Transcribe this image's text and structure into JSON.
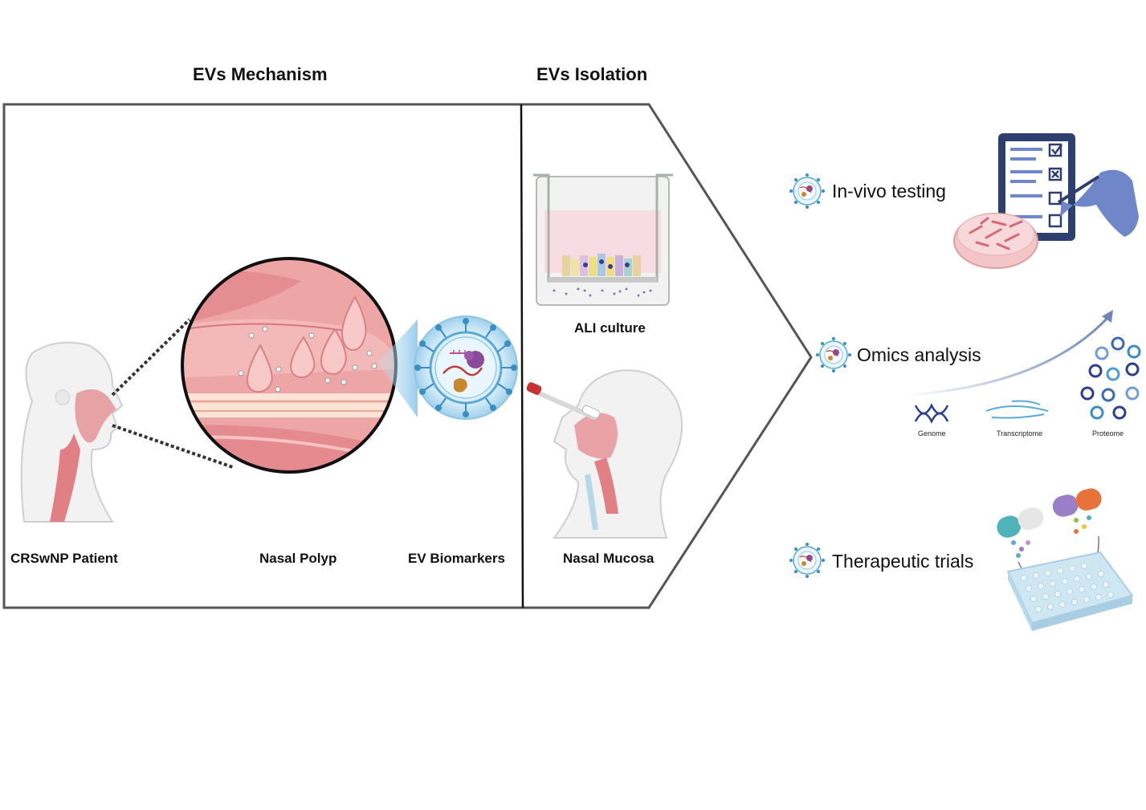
{
  "sections": {
    "mechanism_title": "EVs Mechanism",
    "isolation_title": "EVs Isolation"
  },
  "labels": {
    "patient": "CRSwNP Patient",
    "polyp": "Nasal Polyp",
    "biomarkers": "EV Biomarkers",
    "ali": "ALI culture",
    "mucosa": "Nasal Mucosa"
  },
  "applications": {
    "invivo": "In-vivo testing",
    "omics": "Omics analysis",
    "therapeutic": "Therapeutic trials"
  },
  "omics_items": {
    "genome": "Genome",
    "transcriptome": "Transcriptome",
    "proteome": "Proteome"
  },
  "colors": {
    "frame": "#555555",
    "tissue_pink": "#e8858a",
    "polyp_pink": "#f2b6b8",
    "ev_blue": "#5aa9d6",
    "clipboard_navy": "#2e3e6e",
    "glove_blue": "#6f86c8"
  }
}
